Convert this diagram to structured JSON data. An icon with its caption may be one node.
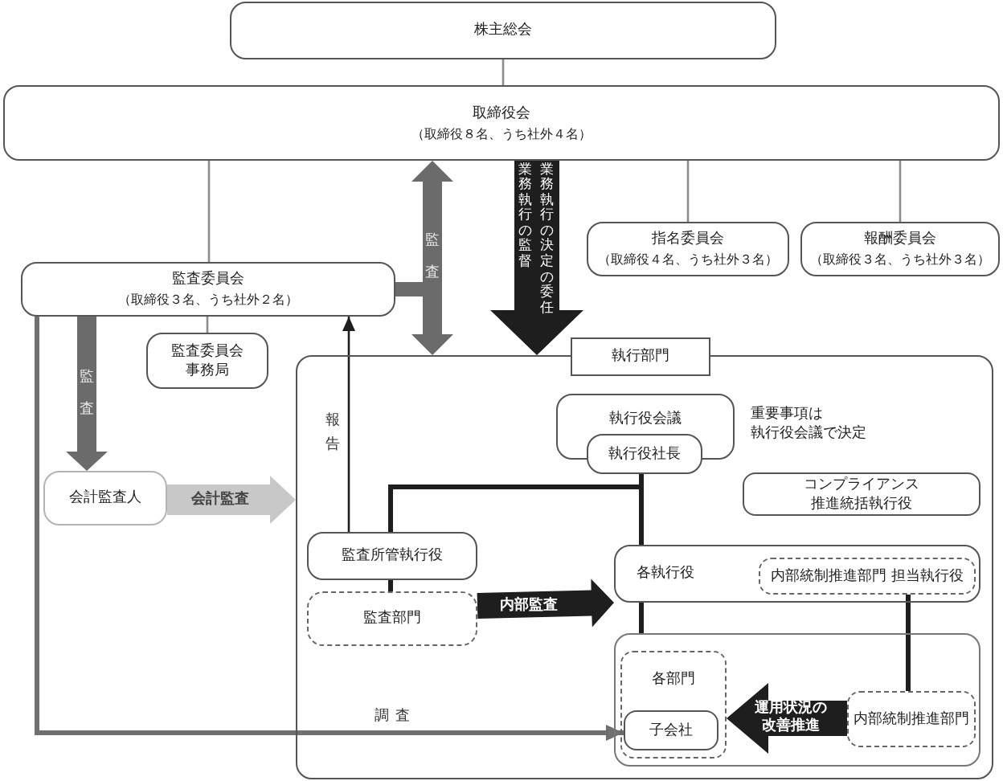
{
  "diagram": {
    "nodes": [
      {
        "text": [
          "株主総会"
        ]
      },
      {
        "text": [
          "取締役会",
          "（取締役８名、うち社外４名）"
        ]
      },
      {
        "text": [
          "監査委員会",
          "（取締役３名、うち社外２名）"
        ]
      },
      {
        "text": [
          "指名委員会",
          "（取締役４名、うち社外３名）"
        ]
      },
      {
        "text": [
          "報酬委員会",
          "（取締役３名、うち社外３名）"
        ]
      },
      {
        "text": [
          "監査委員会事務局"
        ]
      },
      {
        "text": [
          "会計監査人"
        ]
      },
      {
        "text": [
          "執行部門"
        ]
      },
      {
        "text": [
          "執行役会議"
        ],
        "in": 7,
        "beside": [
          "重要事項は執行役会議で決定"
        ]
      },
      {
        "text": [
          "執行役社長"
        ],
        "in": 7
      },
      {
        "text": [
          "コンプライアンス推進統括執行役"
        ],
        "in": 7
      },
      {
        "text": [
          "監査所管執行役"
        ],
        "in": 7
      },
      {
        "text": [
          "監査部門"
        ],
        "in": 7
      },
      {
        "text": [
          "各執行役"
        ],
        "in": 7
      },
      {
        "text": [
          "内部統制推進部門 担当執行役"
        ],
        "in": 13
      },
      {
        "text": [],
        "shape": "box",
        "in": 7
      },
      {
        "text": [
          "各部門"
        ],
        "in": 15
      },
      {
        "text": [
          "子会社"
        ],
        "in": 16
      },
      {
        "text": [
          "内部統制推進部門"
        ],
        "in": 15
      }
    ],
    "edges": [
      {
        "from": 0,
        "to": 1,
        "arrow": "none",
        "color": "#8c8c8c"
      },
      {
        "from": 1,
        "to": 2,
        "arrow": "none",
        "color": "#8c8c8c"
      },
      {
        "from": 1,
        "to": 3,
        "arrow": "none",
        "color": "#8c8c8c"
      },
      {
        "from": 1,
        "to": 4,
        "arrow": "none",
        "color": "#8c8c8c"
      },
      {
        "from": 2,
        "to": 5,
        "arrow": "none",
        "color": "#8c8c8c"
      },
      {
        "from": 2,
        "to": 1,
        "arrow": "to",
        "label": "監査",
        "style": "thick",
        "color": "#6b6b6b"
      },
      {
        "from": 2,
        "to": 7,
        "arrow": "to",
        "style": "thick",
        "color": "#6b6b6b"
      },
      {
        "from": 1,
        "to": 7,
        "arrow": "to",
        "label": "業務執行の決定の委任業務執行の監督",
        "style": "thick"
      },
      {
        "from": 2,
        "to": 6,
        "arrow": "to",
        "label": "監査",
        "style": "thick",
        "color": "#6b6b6b"
      },
      {
        "from": 6,
        "to": 7,
        "arrow": "to",
        "label": "会計監査",
        "style": "thick",
        "color": "#c8c8c8"
      },
      {
        "from": 11,
        "to": 2,
        "arrow": "to",
        "label": "報告"
      },
      {
        "from": 9,
        "to": 11,
        "arrow": "none",
        "style": "thick"
      },
      {
        "from": 9,
        "to": 13,
        "arrow": "none",
        "style": "thick"
      },
      {
        "from": 11,
        "to": 12,
        "arrow": "none",
        "style": "thick"
      },
      {
        "from": 13,
        "to": 15,
        "arrow": "none",
        "style": "thick"
      },
      {
        "from": 12,
        "to": 13,
        "arrow": "to",
        "label": "内部監査",
        "style": "thick"
      },
      {
        "from": 14,
        "to": 18,
        "arrow": "none",
        "style": "thick"
      },
      {
        "from": 18,
        "to": 16,
        "arrow": "to",
        "label": "運用状況の改善推進",
        "style": "thick"
      },
      {
        "from": 2,
        "to": 17,
        "arrow": "to",
        "label": "調査",
        "style": "thick",
        "color": "#707070"
      }
    ]
  }
}
